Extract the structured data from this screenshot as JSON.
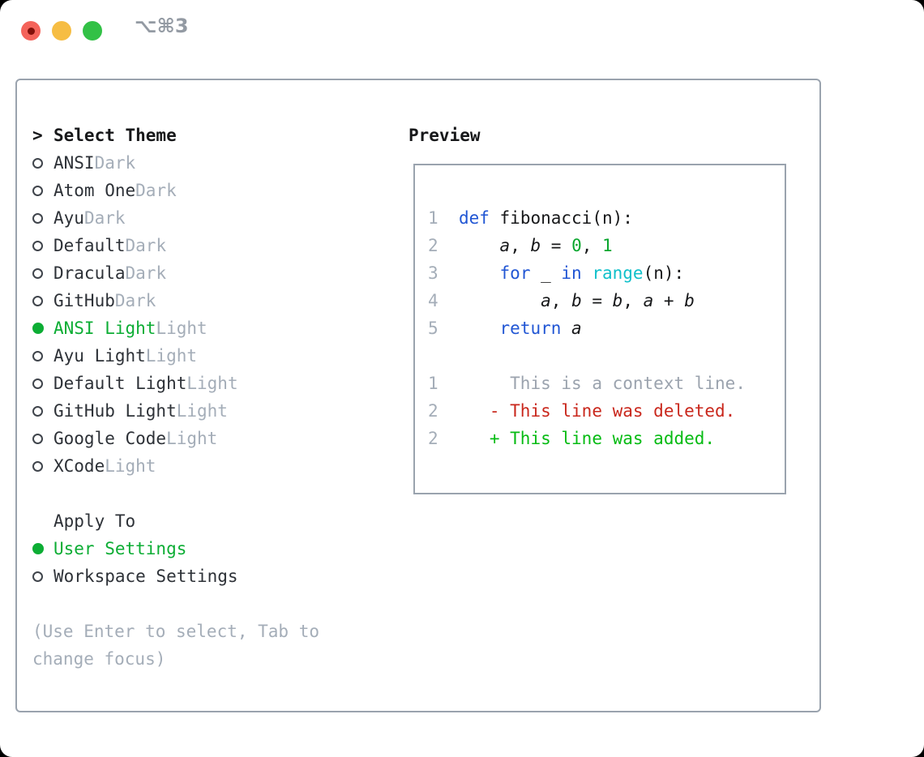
{
  "window": {
    "title": "⌥⌘3"
  },
  "theme_panel": {
    "prompt": ">",
    "header": "Select Theme",
    "items": [
      {
        "name": "ANSI",
        "variant": "Dark",
        "selected": false
      },
      {
        "name": "Atom One",
        "variant": "Dark",
        "selected": false
      },
      {
        "name": "Ayu",
        "variant": "Dark",
        "selected": false
      },
      {
        "name": "Default",
        "variant": "Dark",
        "selected": false
      },
      {
        "name": "Dracula",
        "variant": "Dark",
        "selected": false
      },
      {
        "name": "GitHub",
        "variant": "Dark",
        "selected": false
      },
      {
        "name": "ANSI Light",
        "variant": "Light",
        "selected": true
      },
      {
        "name": "Ayu Light",
        "variant": "Light",
        "selected": false
      },
      {
        "name": "Default Light",
        "variant": "Light",
        "selected": false
      },
      {
        "name": "GitHub Light",
        "variant": "Light",
        "selected": false
      },
      {
        "name": "Google Code",
        "variant": "Light",
        "selected": false
      },
      {
        "name": "XCode",
        "variant": "Light",
        "selected": false
      }
    ],
    "apply_to": {
      "header": "Apply To",
      "options": [
        {
          "label": "User Settings",
          "selected": true
        },
        {
          "label": "Workspace Settings",
          "selected": false
        }
      ]
    },
    "hint": "(Use Enter to select, Tab to change focus)"
  },
  "preview": {
    "header": "Preview",
    "lines": [
      {
        "num": "1",
        "tokens": [
          {
            "c": "kw",
            "t": "def"
          },
          {
            "c": "plain",
            "t": " fibonacci(n):"
          }
        ]
      },
      {
        "num": "2",
        "tokens": [
          {
            "c": "plain",
            "t": "    "
          },
          {
            "c": "var",
            "t": "a"
          },
          {
            "c": "plain",
            "t": ", "
          },
          {
            "c": "var",
            "t": "b"
          },
          {
            "c": "plain",
            "t": " = "
          },
          {
            "c": "numlit",
            "t": "0"
          },
          {
            "c": "plain",
            "t": ", "
          },
          {
            "c": "numlit",
            "t": "1"
          }
        ]
      },
      {
        "num": "3",
        "tokens": [
          {
            "c": "plain",
            "t": "    "
          },
          {
            "c": "kw",
            "t": "for"
          },
          {
            "c": "plain",
            "t": " _ "
          },
          {
            "c": "kw",
            "t": "in"
          },
          {
            "c": "plain",
            "t": " "
          },
          {
            "c": "fn",
            "t": "range"
          },
          {
            "c": "plain",
            "t": "(n):"
          }
        ]
      },
      {
        "num": "4",
        "tokens": [
          {
            "c": "plain",
            "t": "        "
          },
          {
            "c": "var",
            "t": "a"
          },
          {
            "c": "plain",
            "t": ", "
          },
          {
            "c": "var",
            "t": "b"
          },
          {
            "c": "plain",
            "t": " = "
          },
          {
            "c": "var",
            "t": "b"
          },
          {
            "c": "plain",
            "t": ", "
          },
          {
            "c": "var",
            "t": "a"
          },
          {
            "c": "plain",
            "t": " + "
          },
          {
            "c": "var",
            "t": "b"
          }
        ]
      },
      {
        "num": "5",
        "tokens": [
          {
            "c": "plain",
            "t": "    "
          },
          {
            "c": "kw",
            "t": "return"
          },
          {
            "c": "plain",
            "t": " "
          },
          {
            "c": "var",
            "t": "a"
          }
        ]
      },
      {
        "blank": true
      },
      {
        "num": "1",
        "tokens": [
          {
            "c": "ctx",
            "t": "     This is a context line."
          }
        ]
      },
      {
        "num": "2",
        "tokens": [
          {
            "c": "del",
            "t": "   - This line was deleted."
          }
        ]
      },
      {
        "num": "2",
        "tokens": [
          {
            "c": "add",
            "t": "   + This line was added."
          }
        ]
      }
    ]
  },
  "colors": {
    "text": "#17181a",
    "item": "#2d3137",
    "muted": "#a4adb8",
    "select": "#0cad34",
    "radio": "#3f444b",
    "border": "#9aa3ae",
    "kw": "#2156d4",
    "fn": "#0fc0ca",
    "numlit": "#0aa62e",
    "ctx": "#9ba3ae",
    "del": "#c9271c",
    "add": "#06bb13",
    "title": "#939aa3",
    "tlred": "#f4635a",
    "tldot": "#82100a",
    "tlyellow": "#f6bd43",
    "tlgreen": "#32c146"
  }
}
